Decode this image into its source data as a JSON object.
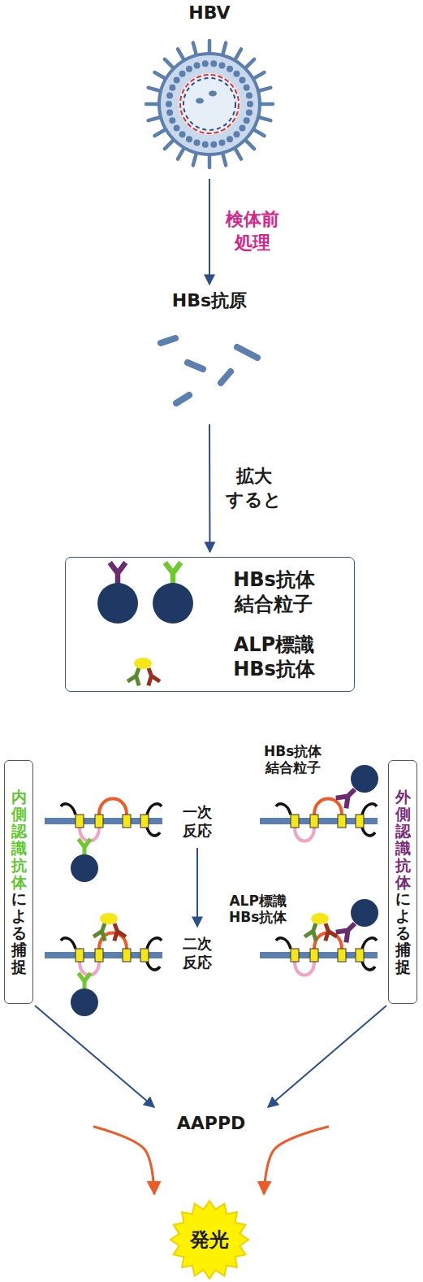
{
  "diagram": {
    "nodes": [
      {
        "text": [
          "HBV"
        ]
      },
      {
        "text": [
          "HBs抗原"
        ]
      },
      {
        "text": [
          "HBs抗体 結合粒子",
          "ALP標識 HBs抗体"
        ]
      },
      {
        "text": [
          "内側認識抗体",
          "による捕捉"
        ]
      },
      {
        "text": [
          "外側認識抗体",
          "による捕捉"
        ]
      },
      {
        "text": [
          "一次 反応"
        ]
      },
      {
        "text": [
          "二次 反応"
        ]
      },
      {
        "text": [
          "AAPPD"
        ]
      },
      {
        "text": [
          "発光"
        ]
      }
    ],
    "edges": [
      {
        "from": 0,
        "to": 1,
        "arrow": "to",
        "label": "検体前 処理"
      },
      {
        "from": 1,
        "to": 2,
        "arrow": "to",
        "label": "拡大 すると"
      },
      {
        "from": 5,
        "to": 6,
        "arrow": "to"
      },
      {
        "from": 3,
        "to": 7,
        "arrow": "to"
      },
      {
        "from": 4,
        "to": 7,
        "arrow": "to"
      },
      {
        "from": 7,
        "to": 8,
        "arrow": "to"
      },
      {
        "from": 7,
        "to": 8,
        "arrow": "to"
      }
    ],
    "labels": [
      "HBs抗体 結合粒子",
      "ALP標識 HBs抗体"
    ]
  }
}
